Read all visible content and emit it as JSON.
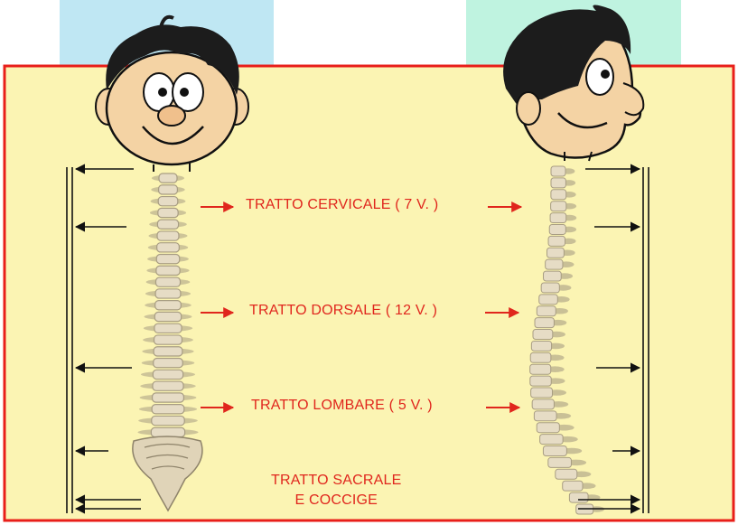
{
  "colors": {
    "background_panel": "#fbf4b3",
    "border": "#e81f1a",
    "tab_left": "#bfe7f3",
    "tab_right": "#bff3e0",
    "label_text": "#e0261d",
    "arrow_red": "#e0261d",
    "bone": "#e6dcc5",
    "bone_shadow": "#a89d82",
    "skin": "#f4d3a4",
    "hair": "#1c1c1c"
  },
  "labels": {
    "cervical": "TRATTO CERVICALE ( 7 V. )",
    "dorsal": "TRATTO DORSALE ( 12 V. )",
    "lumbar": "TRATTO LOMBARE ( 5 V. )",
    "sacral_line1": "TRATTO SACRALE",
    "sacral_line2": "E COCCIGE"
  },
  "figures": [
    {
      "name": "front-view",
      "icon": "cartoon-face-front"
    },
    {
      "name": "side-view",
      "icon": "cartoon-face-profile"
    }
  ]
}
